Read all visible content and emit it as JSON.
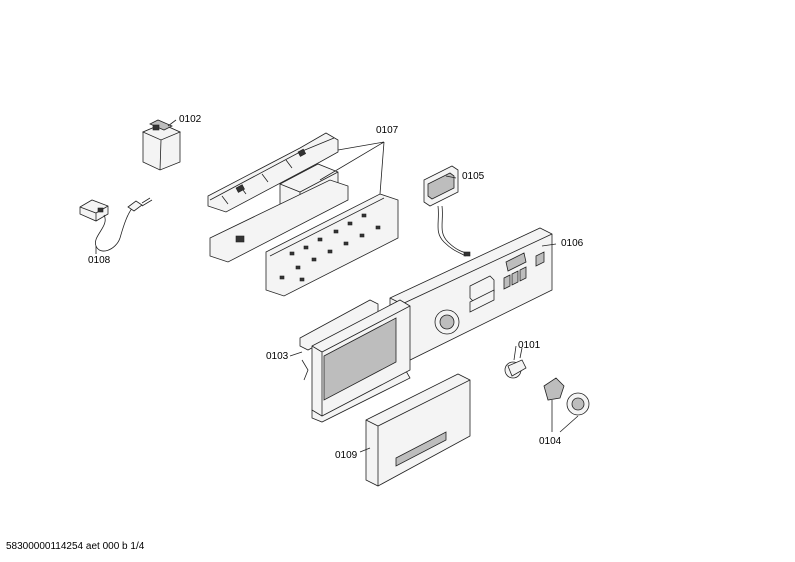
{
  "labels": {
    "p0102": "0102",
    "p0107": "0107",
    "p0105": "0105",
    "p0106": "0106",
    "p0108": "0108",
    "p0103": "0103",
    "p0101": "0101",
    "p0104": "0104",
    "p0109": "0109"
  },
  "footer": "58300000114254 aet 000 b 1/4"
}
